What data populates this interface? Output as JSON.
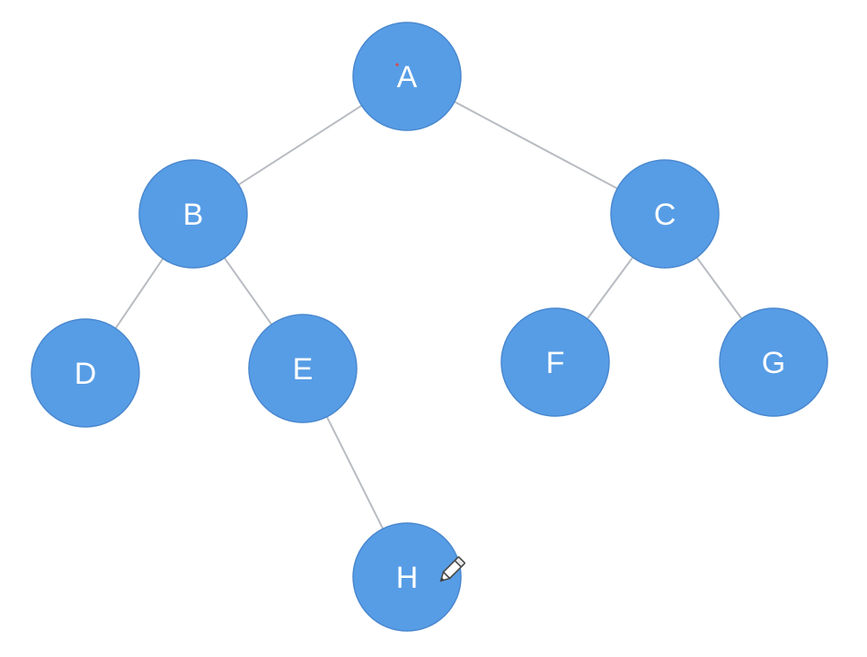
{
  "diagram": {
    "node_color": "#579de6",
    "edge_color": "#b8bcc2",
    "label_color": "#ffffff",
    "nodes": [
      {
        "id": "A",
        "label": "A"
      },
      {
        "id": "B",
        "label": "B"
      },
      {
        "id": "C",
        "label": "C"
      },
      {
        "id": "D",
        "label": "D"
      },
      {
        "id": "E",
        "label": "E"
      },
      {
        "id": "F",
        "label": "F"
      },
      {
        "id": "G",
        "label": "G"
      },
      {
        "id": "H",
        "label": "H"
      }
    ],
    "edges": [
      {
        "from": "A",
        "to": "B"
      },
      {
        "from": "A",
        "to": "C"
      },
      {
        "from": "B",
        "to": "D"
      },
      {
        "from": "B",
        "to": "E"
      },
      {
        "from": "C",
        "to": "F"
      },
      {
        "from": "C",
        "to": "G"
      },
      {
        "from": "E",
        "to": "H"
      }
    ],
    "cursor_icon": "pencil-icon"
  }
}
